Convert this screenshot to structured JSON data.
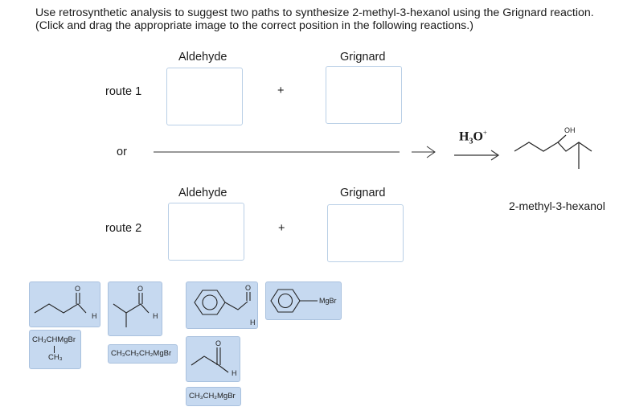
{
  "instructions": "Use retrosynthetic analysis to suggest two paths to synthesize 2-methyl-3-hexanol using the Grignard reaction. (Click and drag the appropriate image to the correct position in the following reactions.)",
  "route1": {
    "label": "route 1",
    "aldehyde_header": "Aldehyde",
    "grignard_header": "Grignard",
    "plus": "+"
  },
  "or_label": "or",
  "route2": {
    "label": "route 2",
    "aldehyde_header": "Aldehyde",
    "grignard_header": "Grignard",
    "plus": "+"
  },
  "reagent": {
    "main": "H",
    "sub": "3",
    "o": "O",
    "sup": "+"
  },
  "product": {
    "name": "2-methyl-3-hexanol",
    "oh_label": "OH"
  },
  "tiles": {
    "butanal": {
      "o": "O",
      "h": "H"
    },
    "isobutyraldehyde": {
      "o": "O",
      "h": "H"
    },
    "benzaldehyde": {
      "o": "O",
      "h": "H"
    },
    "phenylmgbr": {
      "label": "MgBr"
    },
    "propanal": {
      "o": "O",
      "h": "H"
    },
    "isopropylmgbr": {
      "line1": "CH₃CHMgBr",
      "line2": "CH₃"
    },
    "propylmgbr": {
      "text": "CH₃CH₂CH₂MgBr"
    },
    "ethylmgbr": {
      "text": "CH₃CH₂MgBr"
    }
  },
  "colors": {
    "tile_fill": "#c6d9f0",
    "tile_border": "#a9c1de",
    "dropbox_border": "#b9cfe6"
  }
}
